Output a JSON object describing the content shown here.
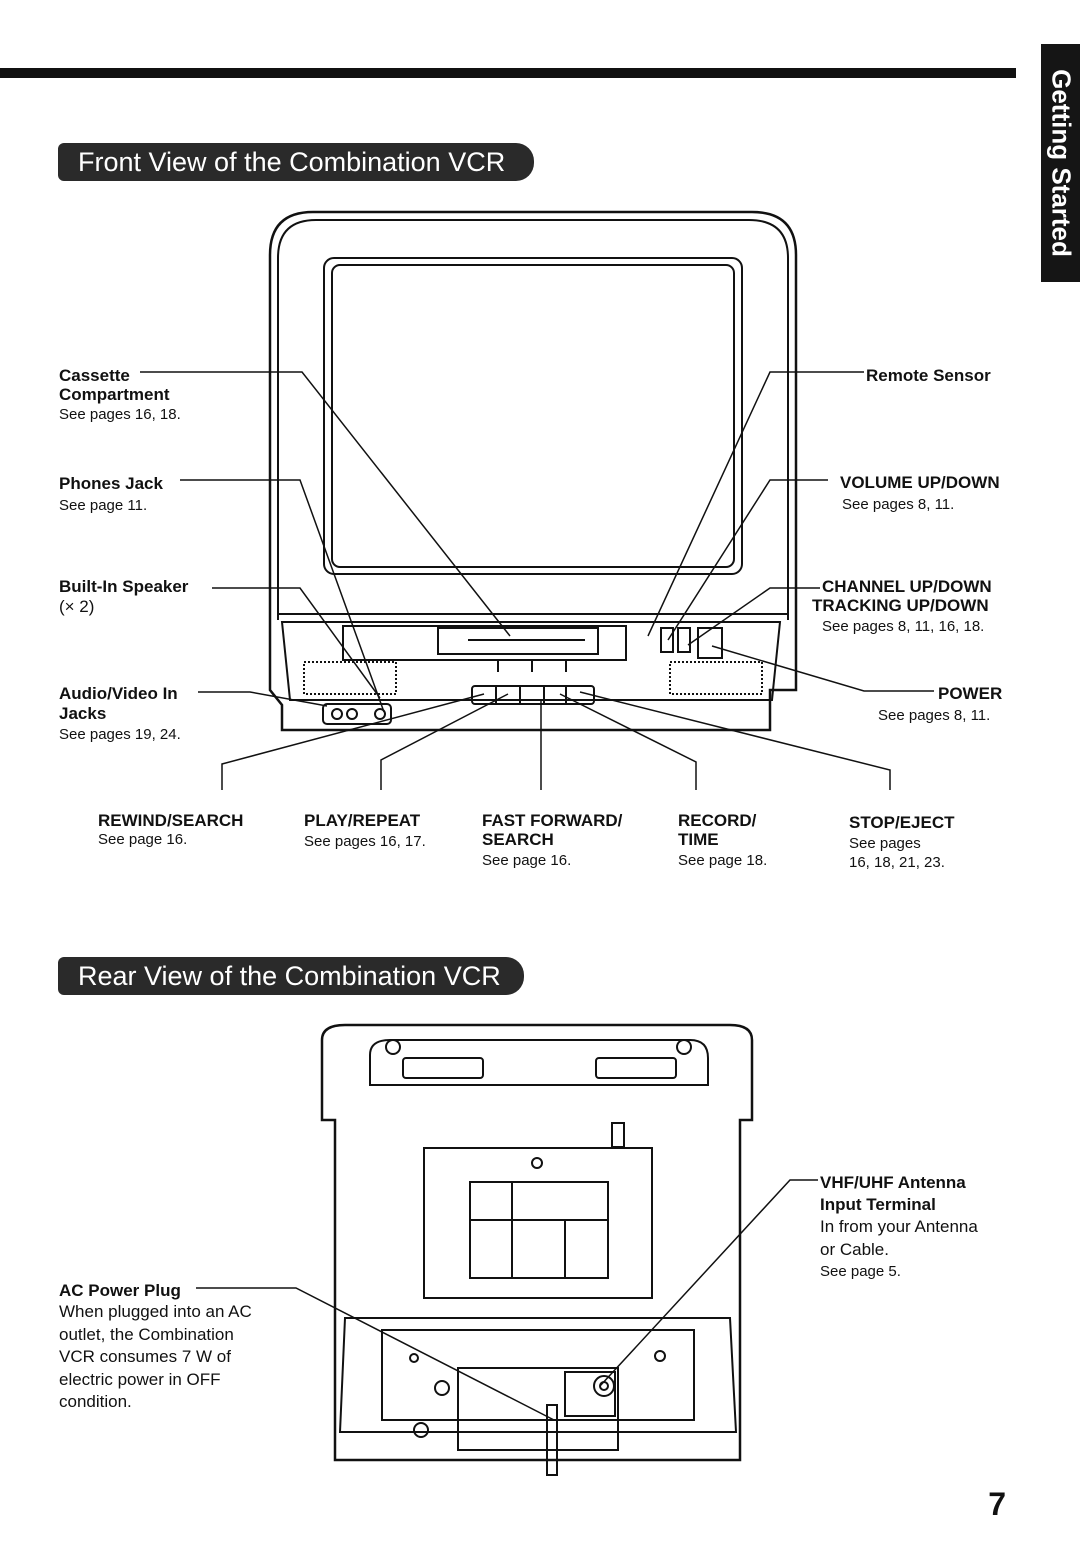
{
  "side_tab": "Getting Started",
  "front_title": "Front View of the Combination VCR",
  "rear_title": "Rear View of the Combination VCR",
  "front_labels": {
    "cassette": "Cassette",
    "cassette_2": "Compartment",
    "cassette_ref": "See pages 16, 18.",
    "phones": "Phones Jack",
    "phones_ref": "See page 11.",
    "speaker": "Built-In Speaker",
    "speaker_count": "(× 2)",
    "av_in": "Audio/Video In",
    "av_in_2": "Jacks",
    "av_in_ref": "See pages 19, 24.",
    "remote_sensor": "Remote Sensor",
    "volume": "VOLUME UP/DOWN",
    "volume_ref": "See pages 8, 11.",
    "channel": "CHANNEL UP/DOWN",
    "tracking": "TRACKING UP/DOWN",
    "channel_ref": "See pages 8, 11, 16, 18.",
    "power": "POWER",
    "power_ref": "See pages 8, 11."
  },
  "bottom_buttons": [
    {
      "line1": "REWIND/SEARCH",
      "line2": "",
      "ref": "See page 16.",
      "ref2": ""
    },
    {
      "line1": "PLAY/REPEAT",
      "line2": "",
      "ref": "See pages 16, 17.",
      "ref2": ""
    },
    {
      "line1": "FAST FORWARD/",
      "line2": "SEARCH",
      "ref": "See page 16.",
      "ref2": ""
    },
    {
      "line1": "RECORD/",
      "line2": "TIME",
      "ref": "See page 18.",
      "ref2": ""
    },
    {
      "line1": "STOP/EJECT",
      "line2": "",
      "ref": "See pages",
      "ref2": "16, 18, 21, 23."
    }
  ],
  "rear_labels": {
    "antenna": "VHF/UHF Antenna",
    "antenna_2": "Input Terminal",
    "antenna_desc_1": "In from your Antenna",
    "antenna_desc_2": "or Cable.",
    "antenna_ref": "See page 5.",
    "ac_plug": "AC Power Plug",
    "ac_desc": [
      "When plugged into an AC",
      "outlet, the Combination",
      "VCR consumes 7 W of",
      "electric power in OFF",
      "condition."
    ]
  },
  "page_number": "7"
}
